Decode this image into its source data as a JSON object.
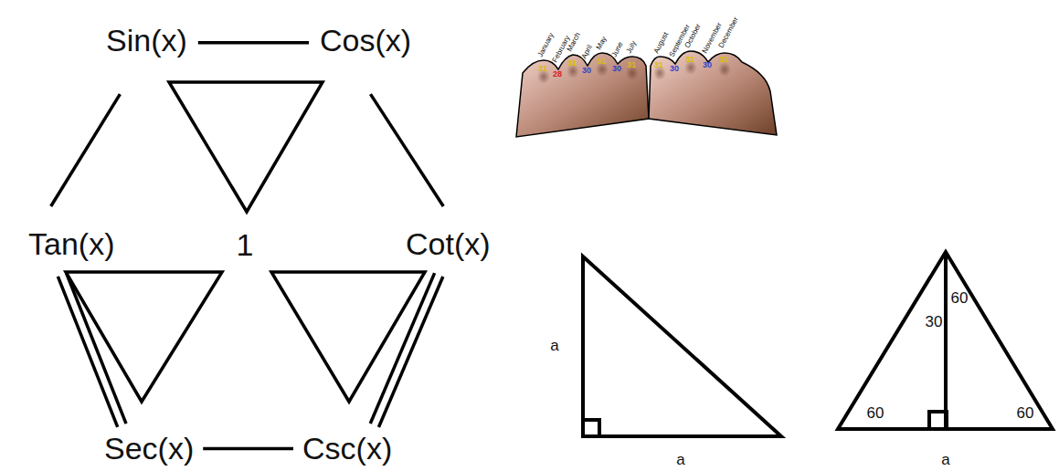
{
  "diagram": {
    "nodes": [
      {
        "text": [
          "Sin(x)"
        ]
      },
      {
        "text": [
          "Cos(x)"
        ]
      },
      {
        "text": [
          "Tan(x)"
        ]
      },
      {
        "text": [
          "Cot(x)"
        ]
      },
      {
        "text": [
          "Sec(x)"
        ]
      },
      {
        "text": [
          "Csc(x)"
        ]
      }
    ],
    "edges": [
      {
        "from": 0,
        "to": 1,
        "arrow": "none"
      },
      {
        "from": 0,
        "to": 2,
        "arrow": "none"
      },
      {
        "from": 1,
        "to": 3,
        "arrow": "none"
      },
      {
        "from": 2,
        "to": 4,
        "arrow": "none"
      },
      {
        "from": 3,
        "to": 5,
        "arrow": "none"
      },
      {
        "from": 4,
        "to": 5,
        "arrow": "none"
      }
    ],
    "labels": [
      "1",
      "January",
      "February",
      "March",
      "April",
      "May",
      "June",
      "July",
      "August",
      "September",
      "October",
      "November",
      "December",
      "31",
      "28",
      "31",
      "30",
      "31",
      "30",
      "31",
      "31",
      "30",
      "31",
      "30",
      "31",
      "a",
      "a",
      "60",
      "30",
      "60",
      "60",
      "a"
    ]
  }
}
